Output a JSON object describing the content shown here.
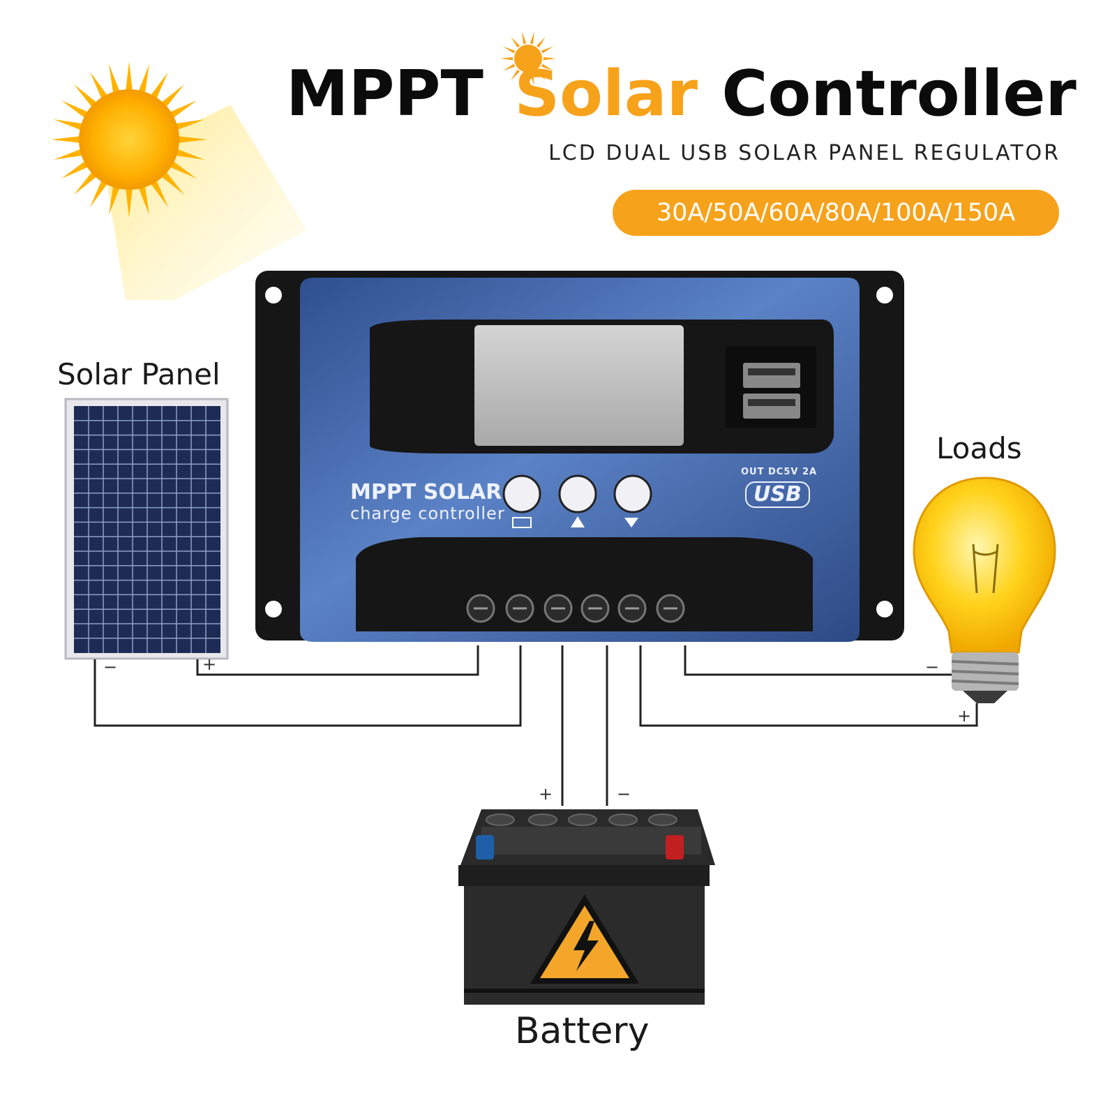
{
  "header": {
    "title_part1": "MPPT",
    "title_part2": "Solar",
    "title_part3": "Controller",
    "subtitle": "LCD DUAL USB SOLAR PANEL REGULATOR",
    "ratings": "30A/50A/60A/80A/100A/150A"
  },
  "controller": {
    "brand_line1": "MPPT SOLAR",
    "brand_line2": "charge controller",
    "usb_spec": "OUT DC5V 2A",
    "usb_logo": "USB",
    "buttons": [
      "menu-button",
      "up-button",
      "down-load-button"
    ]
  },
  "labels": {
    "solar_panel": "Solar Panel",
    "loads": "Loads",
    "battery": "Battery"
  },
  "terminals": {
    "panel_minus": "−",
    "panel_plus": "+",
    "load_minus": "−",
    "load_plus": "+",
    "battery_plus": "+",
    "battery_minus": "−"
  },
  "colors": {
    "accent_orange": "#f7a21b",
    "controller_blue": "#4a6fb5",
    "controller_black": "#1b1b1b",
    "sun_yellow": "#ffc20e"
  }
}
